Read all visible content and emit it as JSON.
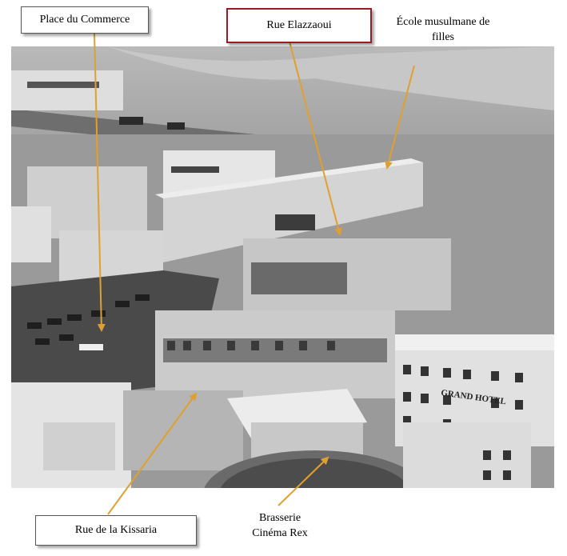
{
  "labels": {
    "place_du_commerce": "Place du Commerce",
    "rue_elazzaoui": "Rue Elazzaoui",
    "ecole_line1": "École musulmane de",
    "ecole_line2": "filles",
    "rue_kissaria": "Rue de la Kissaria",
    "brasserie_line1": "Brasserie",
    "brasserie_line2": "Cinéma Rex"
  },
  "photo_signs": {
    "grand_hotel": "GRAND HOTEL"
  },
  "colors": {
    "arrow": "#e0a030",
    "red_border": "#9b1b24",
    "box_border": "#555555"
  }
}
